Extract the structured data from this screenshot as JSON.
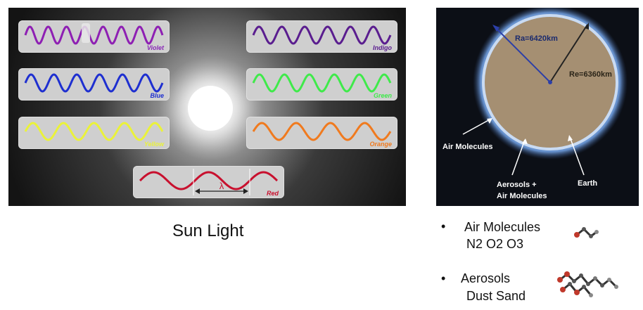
{
  "spectrum": {
    "colors": [
      {
        "name": "Violet",
        "hex": "#8e1fb3",
        "label_hex": "#8a2ab8"
      },
      {
        "name": "Indigo",
        "hex": "#5a1d8f",
        "label_hex": "#5a1d8f"
      },
      {
        "name": "Blue",
        "hex": "#1e2fd0",
        "label_hex": "#1e2fd0"
      },
      {
        "name": "Green",
        "hex": "#3fea4a",
        "label_hex": "#3fea4a"
      },
      {
        "name": "Yellow",
        "hex": "#eaf23a",
        "label_hex": "#eaf23a"
      },
      {
        "name": "Orange",
        "hex": "#f07a1e",
        "label_hex": "#f07a1e"
      },
      {
        "name": "Red",
        "hex": "#c8102e",
        "label_hex": "#c8102e"
      }
    ],
    "wavelength_symbol": "λ",
    "caption": "Sun Light"
  },
  "atmosphere": {
    "ra_label": "Ra=6420km",
    "re_label": "Re=6360km",
    "air_molecules_label": "Air Molecules",
    "aerosols_line1": "Aerosols +",
    "aerosols_line2": "Air Molecules",
    "earth_label": "Earth",
    "colors": {
      "earth": "#a58f72",
      "atmosphere": "#8fb4e6",
      "arrow": "#2c3fa8",
      "background": "#0c0f16"
    }
  },
  "bullets": [
    {
      "bullet": "•",
      "title": "Air Molecules",
      "detail": "N2   O2  O3"
    },
    {
      "bullet": "•",
      "title": "Aerosols",
      "detail": "Dust   Sand"
    }
  ]
}
